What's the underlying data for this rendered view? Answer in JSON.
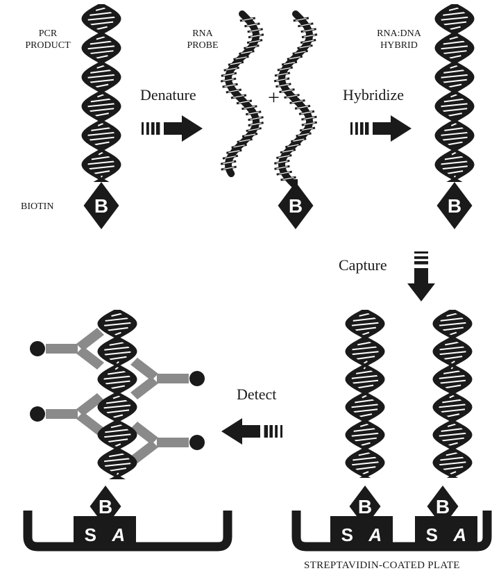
{
  "labels": {
    "pcr_line1": "PCR",
    "pcr_line2": "PRODUCT",
    "rna_probe_line1": "RNA",
    "rna_probe_line2": "PROBE",
    "hybrid_line1": "RNA:DNA",
    "hybrid_line2": "HYBRID",
    "biotin": "BIOTIN",
    "plate": "STREPTAVIDIN-COATED PLATE"
  },
  "steps": {
    "denature": "Denature",
    "hybridize": "Hybridize",
    "capture": "Capture",
    "detect": "Detect"
  },
  "symbols": {
    "plus": "+",
    "biotin_letter": "B",
    "streptavidin_s": "S",
    "streptavidin_a": "A"
  },
  "colors": {
    "ink": "#1a1a1a",
    "stripe": "#ffffff",
    "antibody": "#8a8a8a"
  }
}
